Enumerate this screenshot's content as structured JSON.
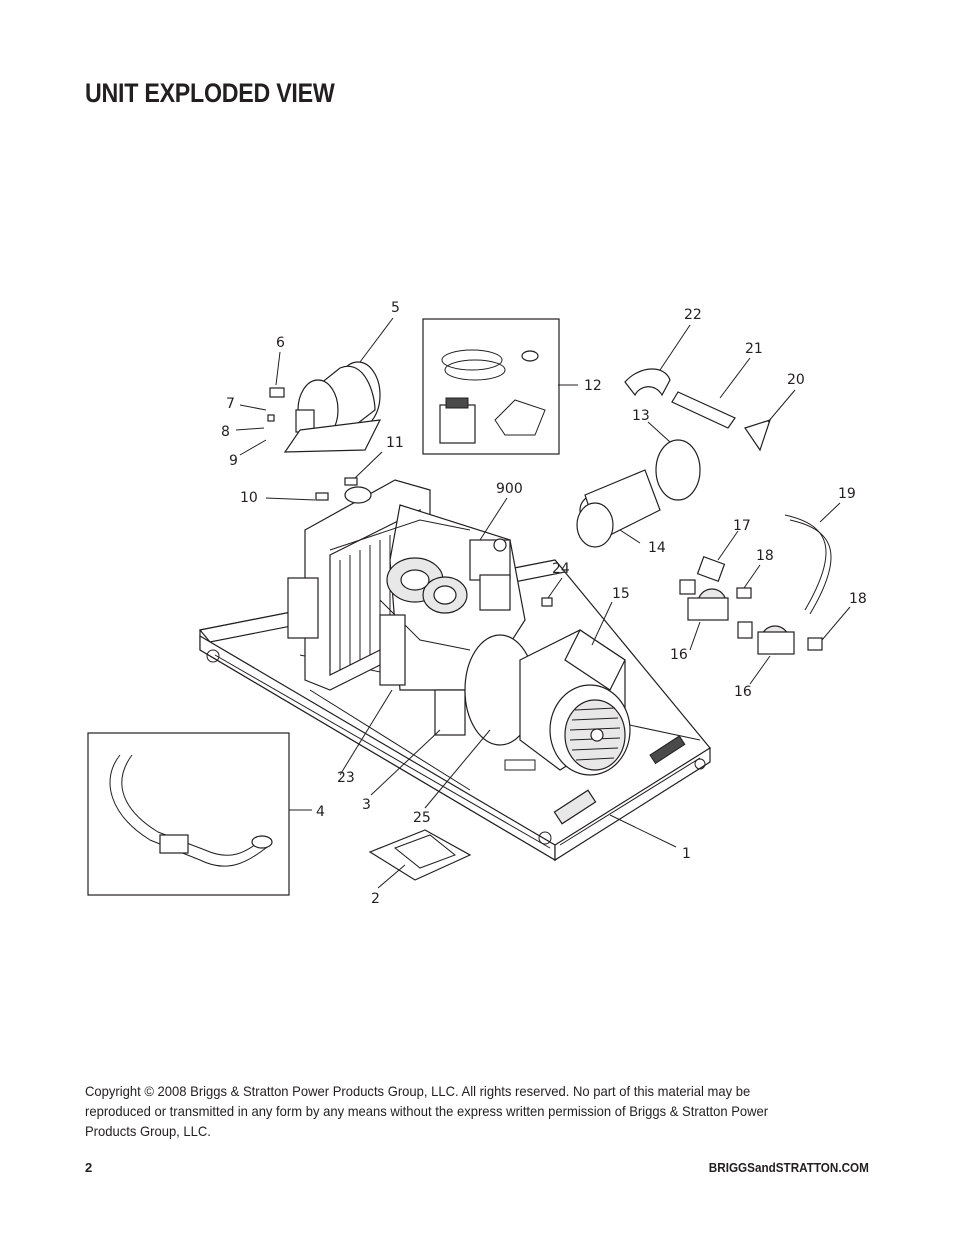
{
  "header": {
    "title": "UNIT EXPLODED VIEW"
  },
  "diagram": {
    "callouts": [
      "5",
      "6",
      "7",
      "8",
      "9",
      "10",
      "11",
      "12",
      "22",
      "21",
      "20",
      "13",
      "900",
      "19",
      "17",
      "14",
      "18",
      "24",
      "15",
      "16",
      "18",
      "16",
      "4",
      "23",
      "3",
      "25",
      "1",
      "2"
    ]
  },
  "footer": {
    "copyright": "Copyright © 2008 Briggs & Stratton Power Products Group, LLC.  All rights reserved.  No part of this material may be reproduced or transmitted in any form by any means without the express written permission of Briggs & Stratton Power Products Group, LLC.",
    "page_number": "2",
    "website": "BRIGGSandSTRATTON.COM"
  }
}
